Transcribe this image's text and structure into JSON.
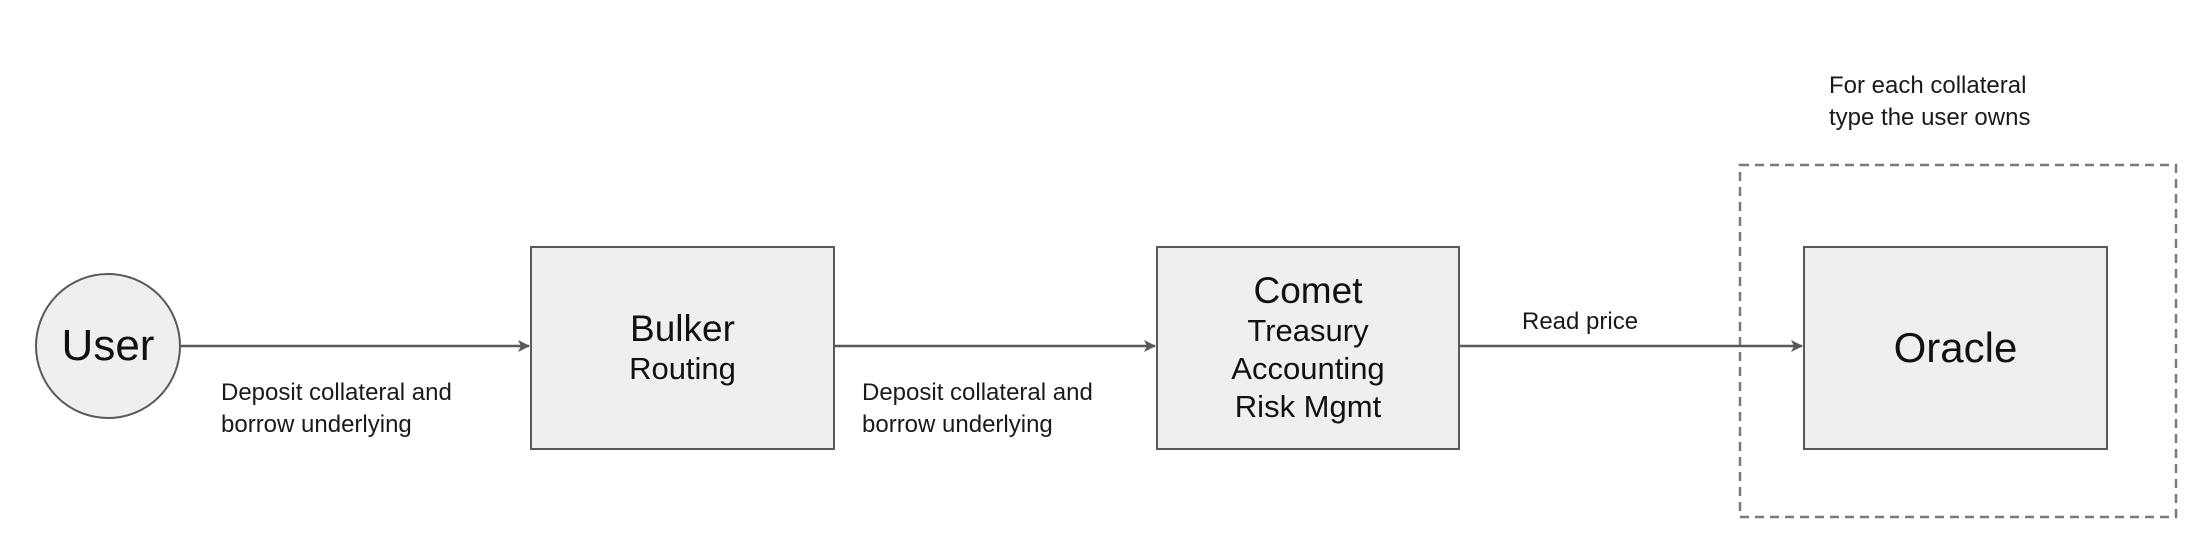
{
  "nodes": {
    "user": {
      "label": "User"
    },
    "bulker": {
      "title": "Bulker",
      "lines": [
        "Routing"
      ]
    },
    "comet": {
      "title": "Comet",
      "lines": [
        "Treasury",
        "Accounting",
        "Risk Mgmt"
      ]
    },
    "oracle": {
      "label": "Oracle"
    }
  },
  "edges": {
    "user_to_bulker": [
      "Deposit collateral and",
      "borrow underlying"
    ],
    "bulker_to_comet": [
      "Deposit collateral and",
      "borrow underlying"
    ],
    "comet_to_oracle": "Read price"
  },
  "group": {
    "note": [
      "For each collateral",
      "type the user owns"
    ]
  },
  "colors": {
    "node_fill": "#efefef",
    "stroke": "#595959",
    "dashed": "#7a7a7a"
  }
}
